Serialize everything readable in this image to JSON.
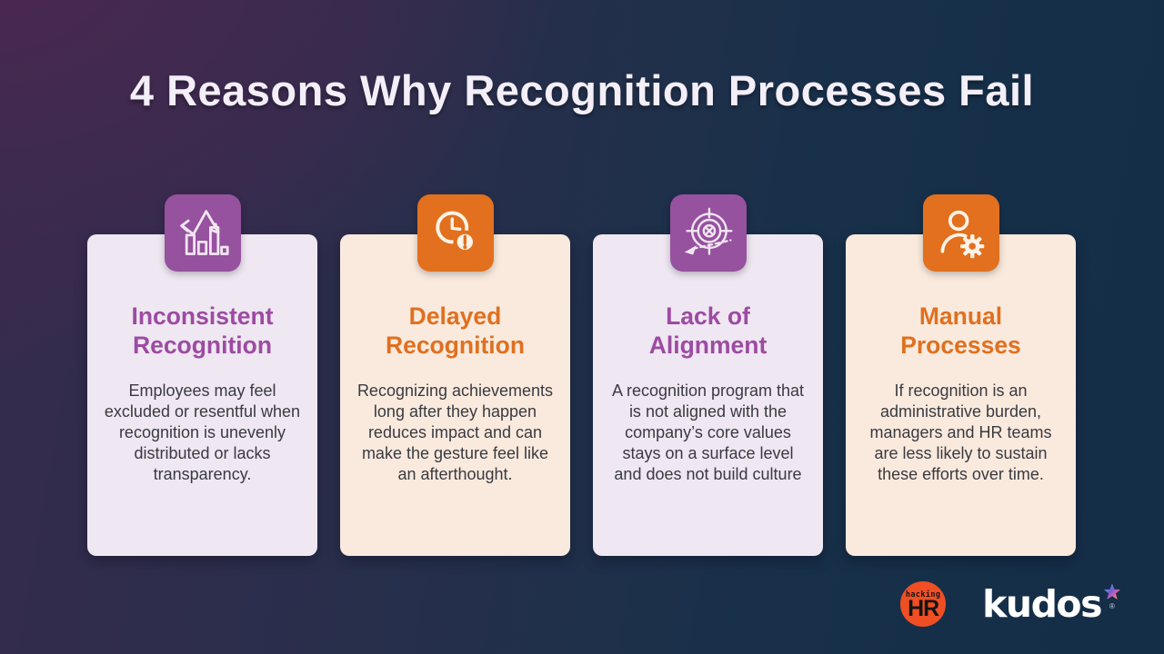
{
  "title": "4 Reasons Why Recognition Processes Fail",
  "theme": {
    "bg_gradient_top_left": "#4c2750",
    "bg_gradient_right": "#16304a",
    "purple_accent": "#9c4ba2",
    "purple_icon_bg": "#96519f",
    "orange_accent": "#e0701f",
    "orange_icon_bg": "#e2701e",
    "card_lavender_bg": "#efe7f2",
    "card_cream_bg": "#faeade",
    "body_text_color": "#3a3a40",
    "title_color": "#f3eef8"
  },
  "cards": [
    {
      "icon": "bar-chart-trend-icon",
      "accent": "purple",
      "title": "Inconsistent Recognition",
      "body": "Employees may feel excluded or resentful when recognition is unevenly distributed or lacks transparency."
    },
    {
      "icon": "delayed-clock-icon",
      "accent": "orange",
      "title": "Delayed Recognition",
      "body": "Recognizing achievements long after they happen reduces impact and can make the gesture feel like an afterthought."
    },
    {
      "icon": "missed-target-icon",
      "accent": "purple",
      "title": "Lack of Alignment",
      "body": "A recognition program that is not aligned with the company’s core values stays on a surface level and does not build culture"
    },
    {
      "icon": "person-gear-icon",
      "accent": "orange",
      "title": "Manual Processes",
      "body": "If recognition is an administrative burden, managers and HR teams are less likely to sustain these efforts over time."
    }
  ],
  "footer": {
    "hacking_hr": {
      "line1": "hacking",
      "line2": "HR"
    },
    "kudos": {
      "text": "kudos",
      "registered": "®"
    }
  }
}
